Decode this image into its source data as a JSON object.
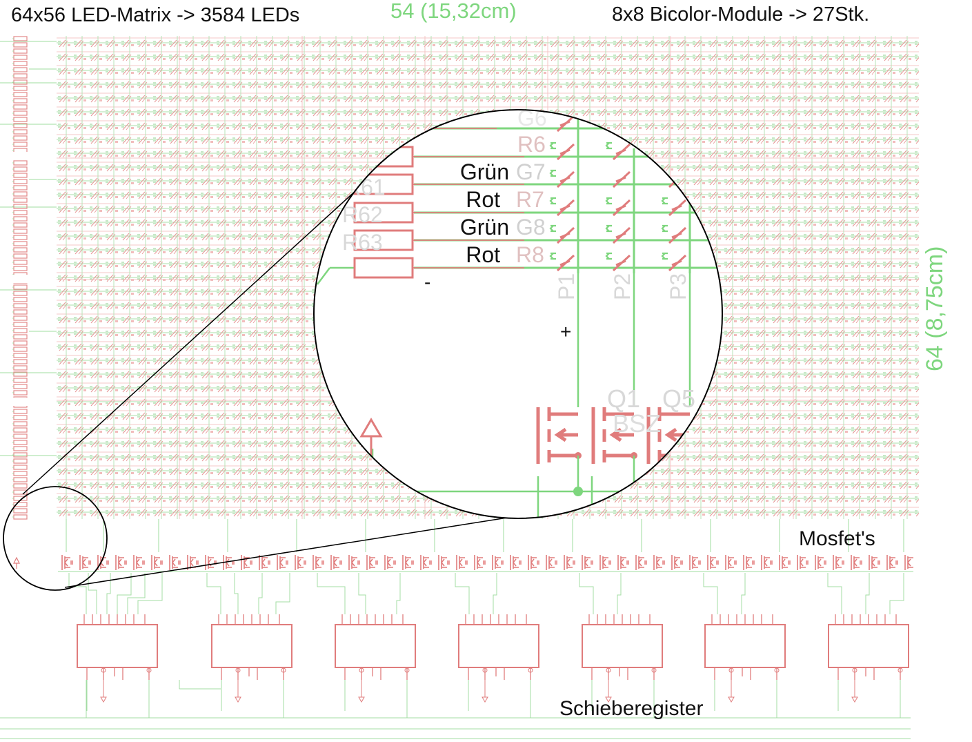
{
  "labels": {
    "matrix_summary": "64x56 LED-Matrix -> 3584 LEDs",
    "width_count": "54 (15,32cm)",
    "module_summary": "8x8 Bicolor-Module -> 27Stk.",
    "height_count": "64 (8,75cm)",
    "mosfets": "Mosfet's",
    "shift_registers": "Schieberegister"
  },
  "zoom": {
    "rows": [
      {
        "name": "Grün",
        "pin": "G7"
      },
      {
        "name": "Rot",
        "pin": "R7"
      },
      {
        "name": "Grün",
        "pin": "G8"
      },
      {
        "name": "Rot",
        "pin": "R8"
      }
    ],
    "upper_pins": [
      "G6",
      "R6"
    ],
    "resistors": [
      "R61",
      "R62",
      "R63"
    ],
    "columns": [
      "P1",
      "P2",
      "P3"
    ],
    "transistors": [
      "Q1",
      "Q5"
    ],
    "transistor_type": "BSZ",
    "minus": "-",
    "plus": "+"
  },
  "colors": {
    "green_wire": "#7ed67e",
    "red_part": "#e07c7c",
    "red_light": "#eea4a4",
    "ink": "#111111"
  },
  "icons": [
    "ground-arrow-icon",
    "junction-dot-icon",
    "mosfet-symbol-icon",
    "resistor-icon",
    "led-symbol-icon"
  ]
}
